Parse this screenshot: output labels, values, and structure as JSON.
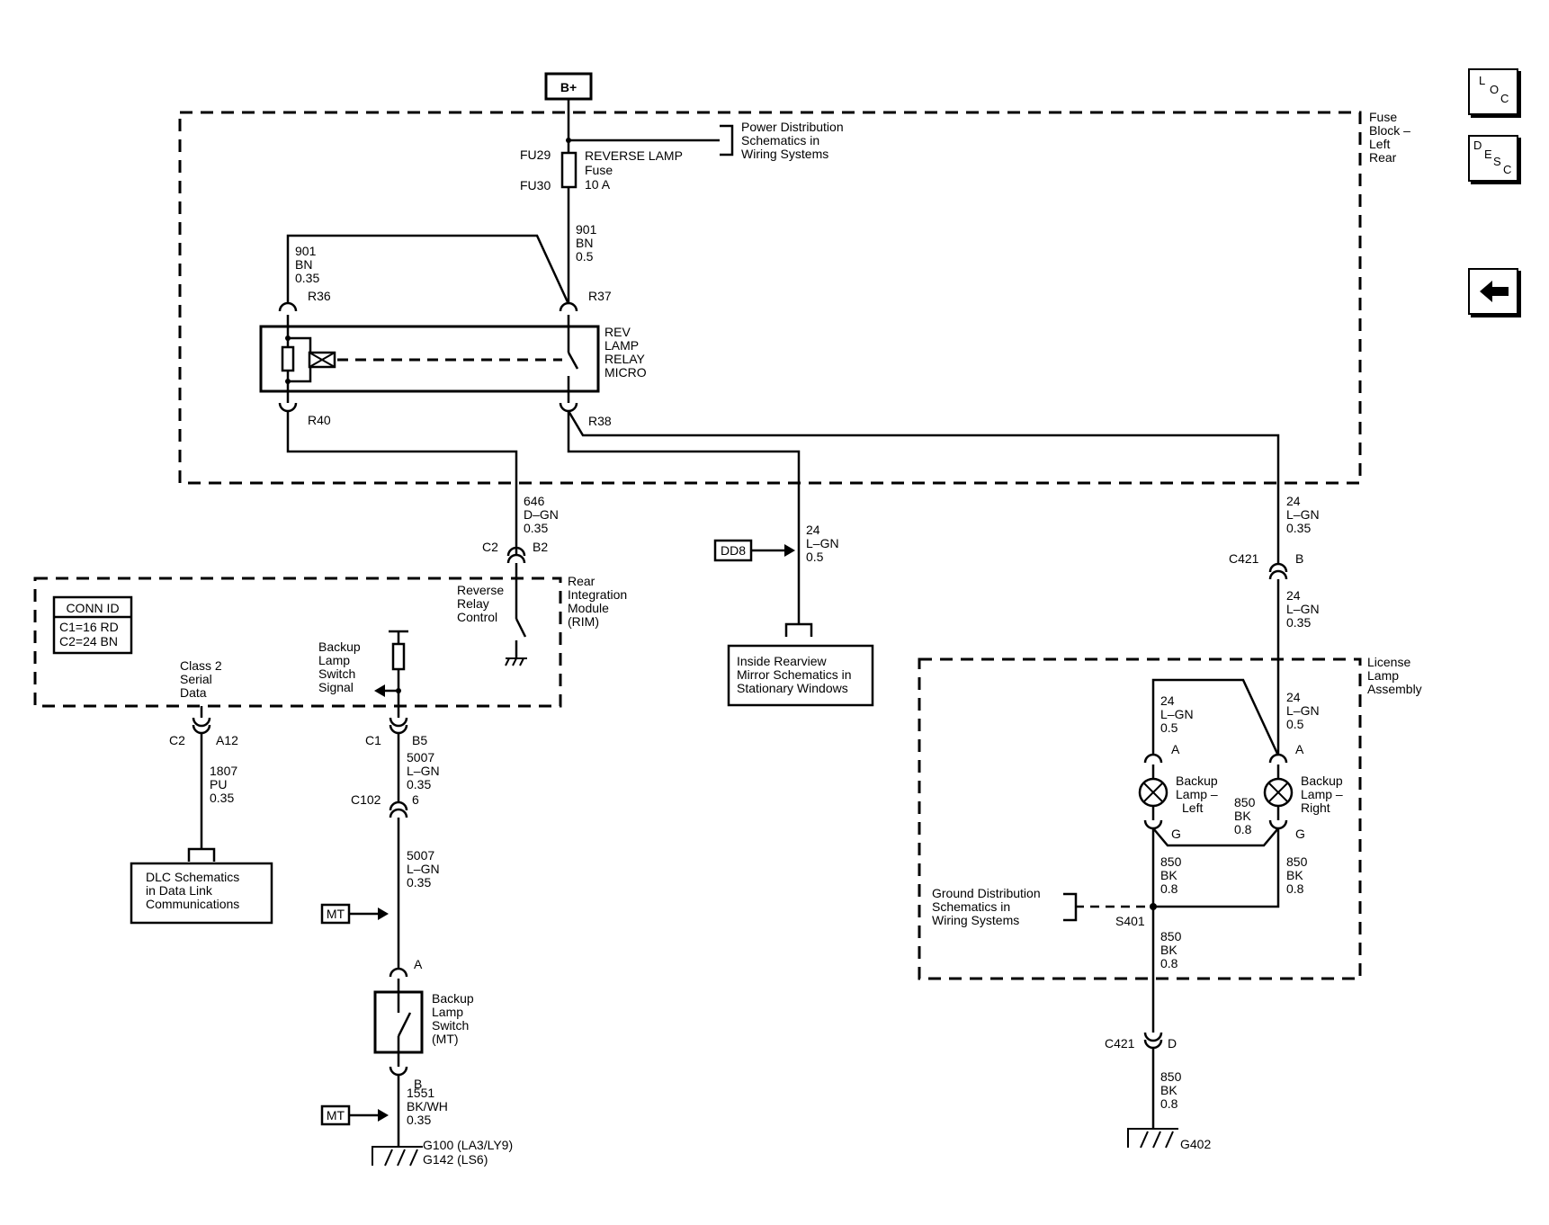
{
  "power": {
    "label": "B+"
  },
  "fuse": {
    "top_ref": "FU29",
    "bottom_ref": "FU30",
    "name": "REVERSE LAMP",
    "type": "Fuse",
    "rating": "10 A"
  },
  "power_dist_ref": [
    "Power Distribution",
    "Schematics in",
    "Wiring Systems"
  ],
  "fuse_block": [
    "Fuse",
    "Block –",
    "Left",
    "Rear"
  ],
  "relay": {
    "name": [
      "REV",
      "LAMP",
      "RELAY",
      "MICRO"
    ]
  },
  "pins": {
    "r36": "R36",
    "r37": "R37",
    "r40": "R40",
    "r38": "R38"
  },
  "wires": {
    "w901_left": [
      "901",
      "BN",
      "0.35"
    ],
    "w901_right": [
      "901",
      "BN",
      "0.5"
    ],
    "w646": [
      "646",
      "D–GN",
      "0.35"
    ],
    "w24_dd8": [
      "24",
      "L–GN",
      "0.5"
    ],
    "w24_c421_top": [
      "24",
      "L–GN",
      "0.35"
    ],
    "w24_c421_bot": [
      "24",
      "L–GN",
      "0.35"
    ],
    "w24_lamp_left": [
      "24",
      "L–GN",
      "0.5"
    ],
    "w24_lamp_right": [
      "24",
      "L–GN",
      "0.5"
    ],
    "w850_mid": [
      "850",
      "BK",
      "0.8"
    ],
    "w850_left": [
      "850",
      "BK",
      "0.8"
    ],
    "w850_right": [
      "850",
      "BK",
      "0.8"
    ],
    "w850_s401": [
      "850",
      "BK",
      "0.8"
    ],
    "w850_g402": [
      "850",
      "BK",
      "0.8"
    ],
    "w1807": [
      "1807",
      "PU",
      "0.35"
    ],
    "w5007_a": [
      "5007",
      "L–GN",
      "0.35"
    ],
    "w5007_b": [
      "5007",
      "L–GN",
      "0.35"
    ],
    "w1551": [
      "1551",
      "BK/WH",
      "0.35"
    ]
  },
  "connectors": {
    "c2_b2": {
      "conn": "C2",
      "pin": "B2"
    },
    "c2_a12": {
      "conn": "C2",
      "pin": "A12"
    },
    "c1_b5": {
      "conn": "C1",
      "pin": "B5"
    },
    "c102_6": {
      "conn": "C102",
      "pin": "6"
    },
    "c421_b": {
      "conn": "C421",
      "pin": "B"
    },
    "c421_d": {
      "conn": "C421",
      "pin": "D"
    },
    "lamp_left_a": "A",
    "lamp_left_g": "G",
    "lamp_right_a": "A",
    "lamp_right_g": "G",
    "switch_a": "A",
    "switch_b": "B"
  },
  "rim": {
    "name": [
      "Rear",
      "Integration",
      "Module",
      "(RIM)"
    ],
    "conn_id_title": "CONN ID",
    "conn_id_lines": [
      "C1=16 RD",
      "C2=24 BN"
    ],
    "class2": [
      "Class 2",
      "Serial",
      "Data"
    ],
    "backup_signal": [
      "Backup",
      "Lamp",
      "Switch",
      "Signal"
    ],
    "reverse_relay_control": [
      "Reverse",
      "Relay",
      "Control"
    ]
  },
  "dd8": {
    "label": "DD8"
  },
  "mirror_ref": [
    "Inside Rearview",
    "Mirror Schematics in",
    "Stationary Windows"
  ],
  "dlc_ref": [
    "DLC Schematics",
    "in Data Link",
    "Communications"
  ],
  "mt_tag": "MT",
  "switch_label": [
    "Backup",
    "Lamp",
    "Switch",
    "(MT)"
  ],
  "ground_g100": [
    "G100 (LA3/LY9)",
    "G142 (LS6)"
  ],
  "ground_g402": "G402",
  "license_assembly": [
    "License",
    "Lamp",
    "Assembly"
  ],
  "lamp_left_label": [
    "Backup",
    "Lamp –",
    "Left"
  ],
  "lamp_right_label": [
    "Backup",
    "Lamp –",
    "Right"
  ],
  "ground_dist_ref": [
    "Ground Distribution",
    "Schematics in",
    "Wiring Systems"
  ],
  "splice": "S401",
  "nav": {
    "loc": [
      "L",
      "O",
      "C"
    ],
    "desc": [
      "D",
      "E",
      "S",
      "C"
    ],
    "back_icon": "arrow-left-icon"
  }
}
